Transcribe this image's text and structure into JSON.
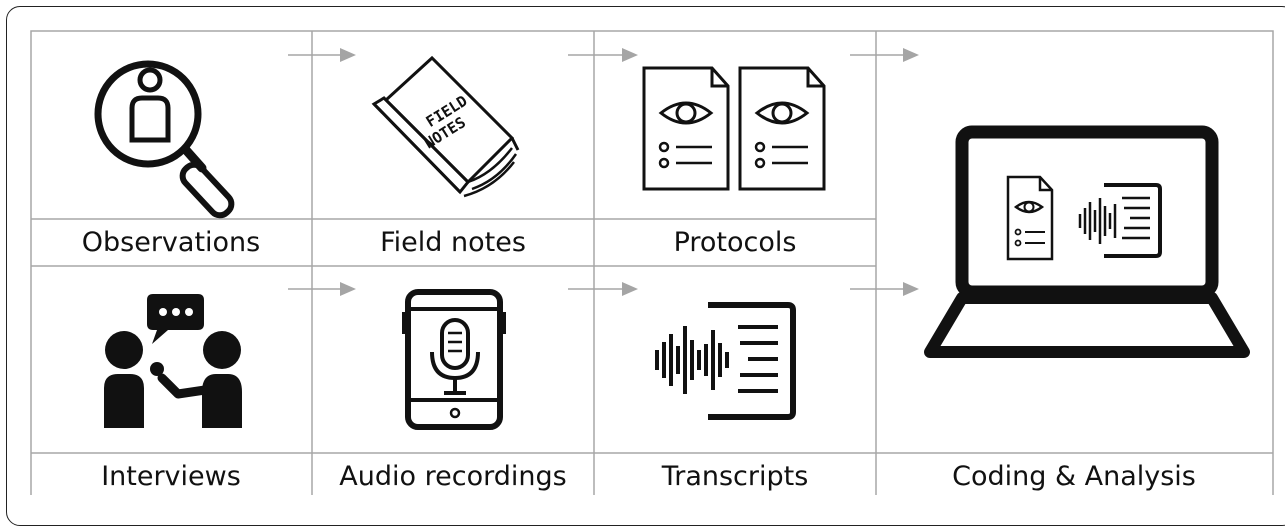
{
  "labels": {
    "observations": "Observations",
    "field_notes": "Field notes",
    "protocols": "Protocols",
    "interviews": "Interviews",
    "audio_recordings": "Audio recordings",
    "transcripts": "Transcripts",
    "coding_analysis": "Coding & Analysis"
  },
  "field_notes_cover": [
    "FIELD",
    "NOTES"
  ],
  "colors": {
    "grid": "#a7a7a7",
    "arrow": "#a5a5a5",
    "icon": "#111111",
    "border": "#222222"
  }
}
